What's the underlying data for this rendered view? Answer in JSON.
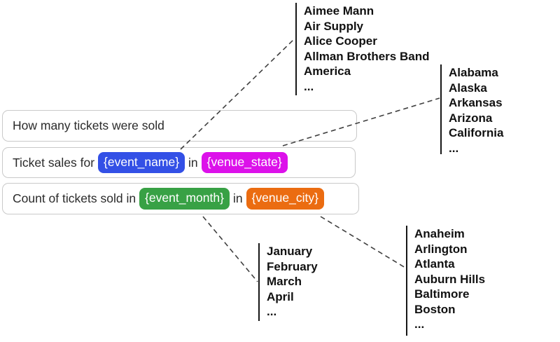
{
  "queries": [
    {
      "text": "How many tickets were sold"
    },
    {
      "prefix": "Ticket sales for",
      "slot1": "{event_name}",
      "between": "in",
      "slot2": "{venue_state}"
    },
    {
      "prefix": "Count of tickets sold in",
      "slot1": "{event_month}",
      "between": "in",
      "slot2": "{venue_city}"
    }
  ],
  "value_lists": {
    "event_name": {
      "items": [
        "Aimee Mann",
        "Air Supply",
        "Alice Cooper",
        "Allman Brothers Band",
        "America",
        "..."
      ]
    },
    "venue_state": {
      "items": [
        "Alabama",
        "Alaska",
        "Arkansas",
        "Arizona",
        "California",
        "..."
      ]
    },
    "event_month": {
      "items": [
        "January",
        "February",
        "March",
        "April",
        "..."
      ]
    },
    "venue_city": {
      "items": [
        "Anaheim",
        "Arlington",
        "Atlanta",
        "Auburn Hills",
        "Baltimore",
        "Boston",
        "..."
      ]
    }
  },
  "colors": {
    "event_name": "#3350e6",
    "venue_state": "#dc11ea",
    "event_month": "#38a145",
    "venue_city": "#eb6c11"
  }
}
